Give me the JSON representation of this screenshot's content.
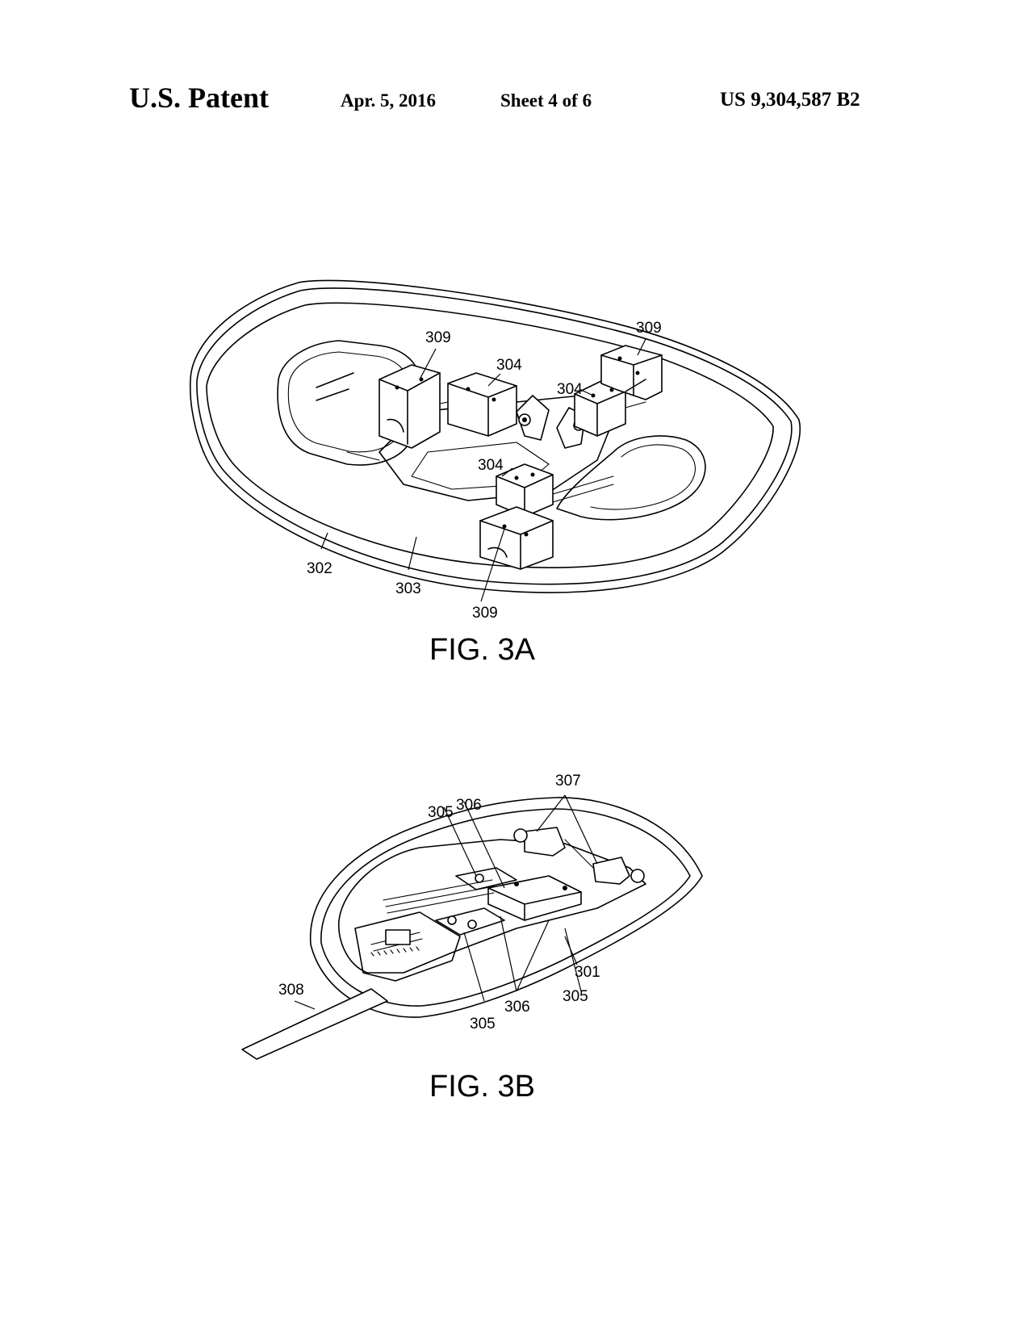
{
  "header": {
    "title": "U.S. Patent",
    "date": "Apr. 5, 2016",
    "sheet": "Sheet 4 of 6",
    "patent_number": "US 9,304,587 B2"
  },
  "fig3a": {
    "caption": "FIG. 3A",
    "refs": {
      "r309a": "309",
      "r309b": "309",
      "r309c": "309",
      "r304a": "304",
      "r304b": "304",
      "r304c": "304",
      "r302": "302",
      "r303": "303"
    }
  },
  "fig3b": {
    "caption": "FIG. 3B",
    "refs": {
      "r307": "307",
      "r305a": "305",
      "r306a": "306",
      "r308": "308",
      "r301": "301",
      "r305b": "305",
      "r306b": "306",
      "r305c": "305"
    }
  }
}
